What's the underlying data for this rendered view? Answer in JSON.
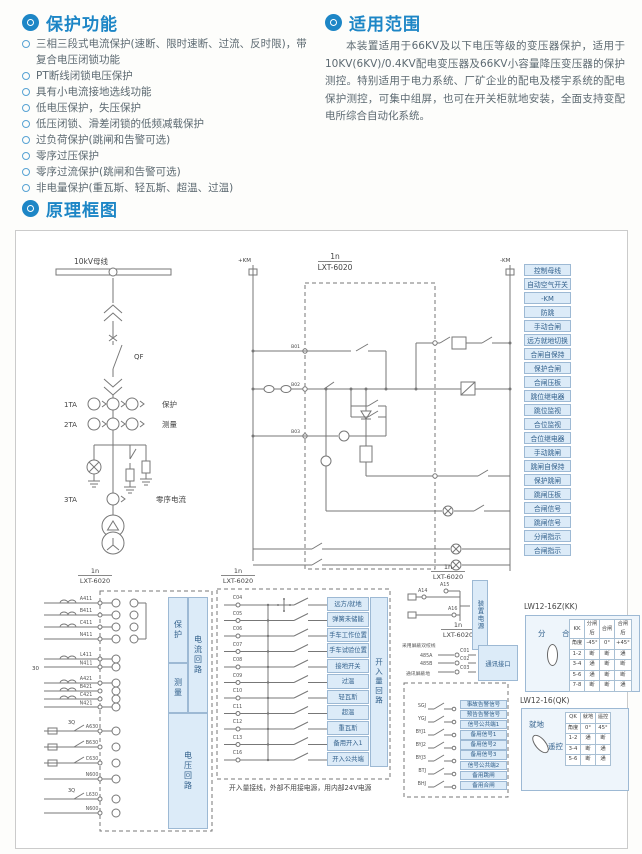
{
  "sections": {
    "protection": {
      "title": "保护功能"
    },
    "scope": {
      "title": "适用范围",
      "body": "本装置适用于66KV及以下电压等级的变压器保护，适用于10KV(6KV)/0.4KV配电变压器及66KV小容量降压变压器的保护测控。特别适用于电力系统、厂矿企业的配电及楼宇系统的配电保护测控，可集中组屏，也可在开关柜就地安装，全面支持变配电所综合自动化系统。"
    },
    "diagram": {
      "title": "原理框图"
    }
  },
  "protection_items": [
    "三相三段式电流保护(速断、限时速断、过流、反时限)，带复合电压闭锁功能",
    "PT断线闭锁电压保护",
    "具有小电流接地选线功能",
    "低电压保护，失压保护",
    "低压闭锁、滑差闭锁的低频减载保护",
    "过负荷保护(跳闸和告警可选)",
    "零序过压保护",
    "零序过流保护(跳闸和告警可选)",
    "非电量保护(重瓦斯、轻瓦斯、超温、过温)"
  ],
  "diagram": {
    "device_label": "1n",
    "device_model": "LXT-6020",
    "primary": {
      "bus": "10kV母线",
      "qf": "QF",
      "ta1": "1TA",
      "ta2": "2TA",
      "ta3": "3TA",
      "protect": "保护",
      "measure": "测量",
      "zero": "零序电流"
    },
    "rails": {
      "pos": "+KM",
      "neg": "-KM"
    },
    "control_terms": [
      "B01",
      "B02",
      "B03"
    ],
    "control_labels": [
      "控制母线",
      "自动空气开关",
      "-KM",
      "防跳",
      "手动合闸",
      "远方就地切换",
      "合闸自保持",
      "保护合闸",
      "合闸压板",
      "跳位继电器",
      "跳位监视",
      "合位监视",
      "合位继电器",
      "手动跳闸",
      "跳闸自保持",
      "保护跳闸",
      "跳闸压板",
      "合闸信号",
      "跳闸信号",
      "分闸指示",
      "合闸指示"
    ],
    "analog": {
      "protect_terms": [
        "A411",
        "B411",
        "C411",
        "N411"
      ],
      "zero_terms": [
        "L411",
        "N411"
      ],
      "measure_terms": [
        "A421",
        "B421",
        "C421",
        "N421"
      ],
      "volt_terms": [
        "A630",
        "B630",
        "C630",
        "N600"
      ],
      "volt_zero_terms": [
        "L630",
        "N600"
      ],
      "pt_switch": "3Q",
      "row_ref": "30",
      "protect_label": "保护",
      "measure_label": "测量",
      "current_loop": "电流回路",
      "voltage_loop": "电压回路"
    },
    "digital": {
      "terminals": [
        "C04",
        "C05",
        "C06",
        "C07",
        "C08",
        "C09",
        "C10",
        "C11",
        "C12",
        "C13",
        "C16"
      ],
      "labels": [
        "远方/就地",
        "弹簧未储能",
        "手车工作位置",
        "手车试验位置",
        "接地开关",
        "过温",
        "轻瓦斯",
        "超温",
        "重瓦斯",
        "备用开入1",
        "开入公共端"
      ],
      "loop_label": "开入量回路",
      "note": "开入量接线，外部不用接电源，用内部24V电源"
    },
    "power": {
      "label": "装置电源",
      "terminals": [
        "A14",
        "A15",
        "A16"
      ]
    },
    "comms": {
      "note": "采用屏蔽双绞线",
      "lines": [
        "485A",
        "485B",
        "通讯屏蔽地"
      ],
      "terminals": [
        "C01",
        "C02",
        "C03"
      ],
      "port": "通讯接口"
    },
    "signals": {
      "contacts": [
        "SGJ",
        "YGJ",
        "BYJ1",
        "BYJ2",
        "BYJ3",
        "BTJ",
        "BHJ"
      ],
      "labels": [
        "事故告警信号",
        "预告告警信号",
        "信号公共端1",
        "备用信号1",
        "备用信号2",
        "备用信号3",
        "信号公共端2",
        "备用跳闸",
        "备用合闸"
      ]
    },
    "kk": {
      "title": "LW12-16Z(KK)",
      "pos_left": "分",
      "pos_right": "合",
      "matrix": [
        [
          "KK",
          "分闸后",
          "合闸",
          "合闸后"
        ],
        [
          "角度",
          "-45°",
          "0°",
          "+45°"
        ],
        [
          "1-2",
          "断",
          "断",
          "通"
        ],
        [
          "3-4",
          "通",
          "断",
          "断"
        ],
        [
          "5-6",
          "通",
          "断",
          "断"
        ],
        [
          "7-8",
          "断",
          "断",
          "通"
        ]
      ]
    },
    "qk": {
      "title": "LW12-16(QK)",
      "pos_left": "就地",
      "pos_right": "遥控",
      "matrix": [
        [
          "QK",
          "就地",
          "遥控"
        ],
        [
          "角度",
          "0°",
          "45°"
        ],
        [
          "1-2",
          "通",
          "断"
        ],
        [
          "3-4",
          "断",
          "通"
        ],
        [
          "5-6",
          "断",
          "通"
        ]
      ]
    }
  }
}
